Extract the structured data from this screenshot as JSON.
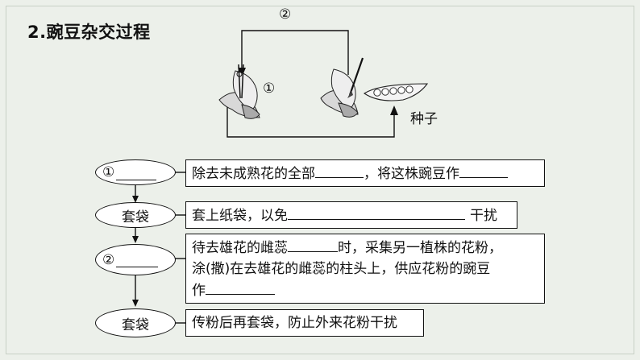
{
  "title": "2.豌豆杂交过程",
  "diagram": {
    "step_top": "②",
    "step_mid": "①",
    "seed_label": "种子"
  },
  "flow": {
    "ellipse1": "①",
    "ellipse2": "套袋",
    "ellipse3": "②",
    "ellipse4": "套袋",
    "box1": {
      "t1": "除去未成熟花的全部",
      "t2": "，将这株豌豆作"
    },
    "box2": {
      "t1": "套上纸袋，以免",
      "t2": "干扰"
    },
    "box3": {
      "l1a": "待去雄花的雌蕊",
      "l1b": "时，采集另一植株的花粉，",
      "l2": "涂(撒)在去雄花的雌蕊的柱头上，供应花粉的豌豆",
      "l3": "作"
    },
    "box4": "传粉后再套袋，防止外来花粉干扰"
  }
}
